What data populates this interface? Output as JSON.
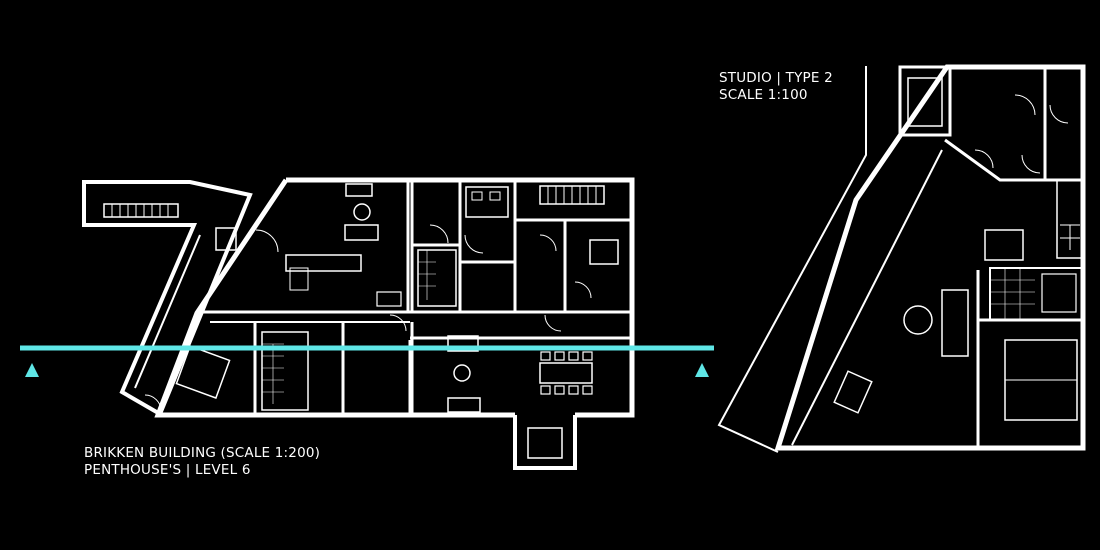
{
  "studio_plan": {
    "title": "STUDIO | TYPE 2",
    "scale": "SCALE 1:100"
  },
  "building_plan": {
    "title": "BRIKKEN BUILDING (SCALE 1:200)",
    "subtitle": "PENTHOUSE'S | LEVEL 6"
  },
  "colors": {
    "background": "#000000",
    "linework": "#ffffff",
    "section_line": "#5fe6e6",
    "section_marker": "#5fe6e6"
  }
}
